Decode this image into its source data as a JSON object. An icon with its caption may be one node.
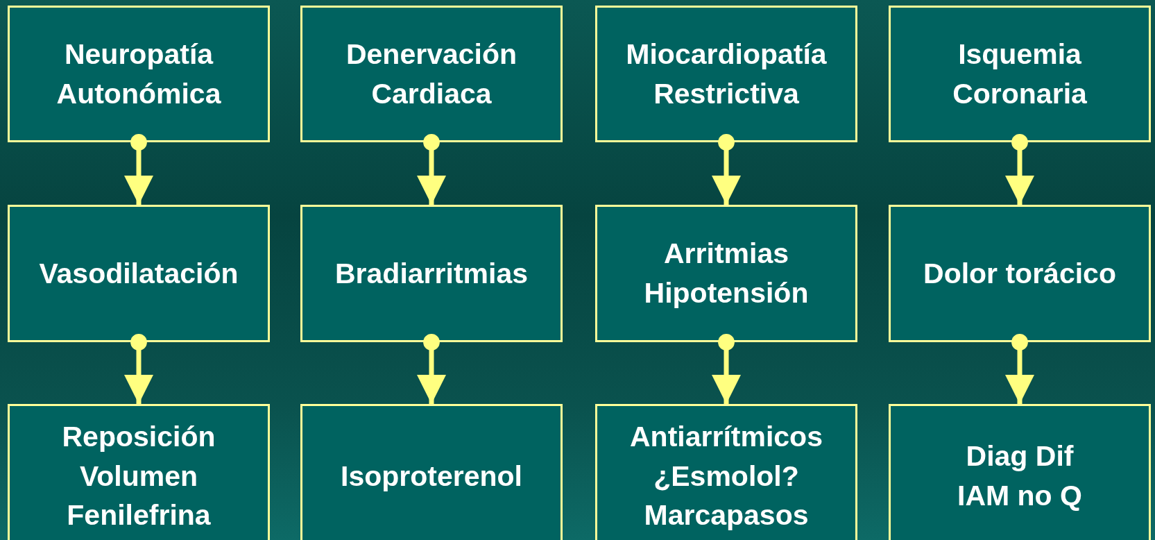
{
  "diagram": {
    "nodes": [
      {
        "text": [
          "Neuropatía Autonómica"
        ]
      },
      {
        "text": [
          "Denervación Cardiaca"
        ]
      },
      {
        "text": [
          "Miocardiopatía Restrictiva"
        ]
      },
      {
        "text": [
          "Isquemia Coronaria"
        ]
      },
      {
        "text": [
          "Vasodilatación"
        ]
      },
      {
        "text": [
          "Bradiarritmias"
        ]
      },
      {
        "text": [
          "Arritmias",
          "Hipotensión"
        ]
      },
      {
        "text": [
          "Dolor torácico"
        ]
      },
      {
        "text": [
          "Reposición Volumen",
          "Fenilefrina"
        ]
      },
      {
        "text": [
          "Isoproterenol"
        ]
      },
      {
        "text": [
          "Antiarrítmicos",
          "¿Esmolol?",
          "Marcapasos"
        ]
      },
      {
        "text": [
          "Diag Dif",
          "IAM no Q"
        ]
      }
    ],
    "edges": [
      {
        "from": 0,
        "to": 4,
        "arrow": "to"
      },
      {
        "from": 1,
        "to": 5,
        "arrow": "to"
      },
      {
        "from": 2,
        "to": 6,
        "arrow": "to"
      },
      {
        "from": 3,
        "to": 7,
        "arrow": "to"
      },
      {
        "from": 4,
        "to": 8,
        "arrow": "to"
      },
      {
        "from": 5,
        "to": 9,
        "arrow": "to"
      },
      {
        "from": 6,
        "to": 10,
        "arrow": "to"
      },
      {
        "from": 7,
        "to": 11,
        "arrow": "to"
      }
    ]
  }
}
